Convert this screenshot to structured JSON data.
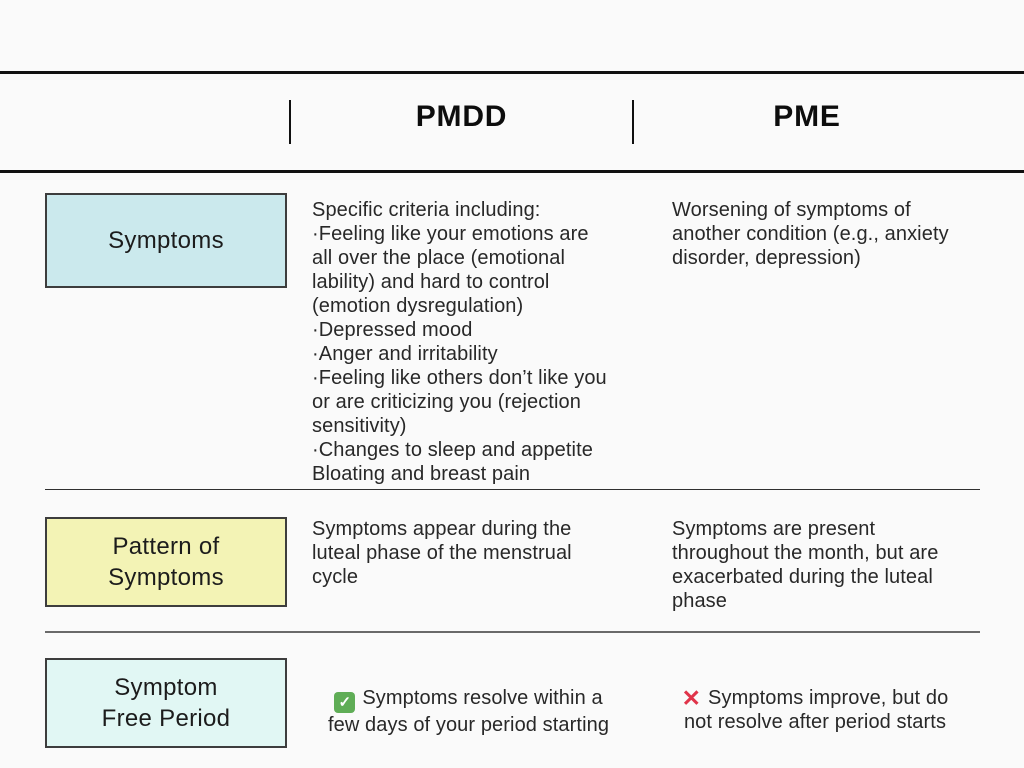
{
  "page": {
    "background": "#fafafa",
    "text_color": "#282828"
  },
  "header": {
    "pmdd": "PMDD",
    "pme": "PME",
    "divider_glyph": "|"
  },
  "rows": [
    {
      "label": "Symptoms",
      "label_bg": "#cbe9ed",
      "pmdd": "Specific criteria including:\n·Feeling like your emotions are\nall over the place (emotional\nlability) and hard to control\n(emotion dysregulation)\n·Depressed mood\n·Anger and irritability\n·Feeling like others don’t like you\nor are criticizing you (rejection\nsensitivity)\n·Changes to sleep and appetite\nBloating and breast pain",
      "pme": "Worsening of symptoms of\nanother condition (e.g., anxiety\ndisorder, depression)"
    },
    {
      "label": "Pattern of\nSymptoms",
      "label_bg": "#f3f3b5",
      "pmdd": "Symptoms appear during the\nluteal phase of the menstrual\ncycle",
      "pme": "Symptoms are present\nthroughout the month, but are\nexacerbated during the luteal\nphase"
    },
    {
      "label": "Symptom\nFree Period",
      "label_bg": "#e1f7f4",
      "pmdd": "Symptoms resolve within a\nfew days of your period starting",
      "pme": "Symptoms improve, but do\nnot resolve after period starts",
      "pmdd_icon": "check-icon",
      "pme_icon": "cross-icon"
    }
  ],
  "icons": {
    "check": "✓",
    "cross": "✕"
  },
  "colors": {
    "symptoms_box": "#cbe9ed",
    "pattern_box": "#f3f3b5",
    "free_period_box": "#e1f7f4",
    "check_green": "#5fad56",
    "cross_red": "#e0344a",
    "rule_black": "#101010"
  }
}
